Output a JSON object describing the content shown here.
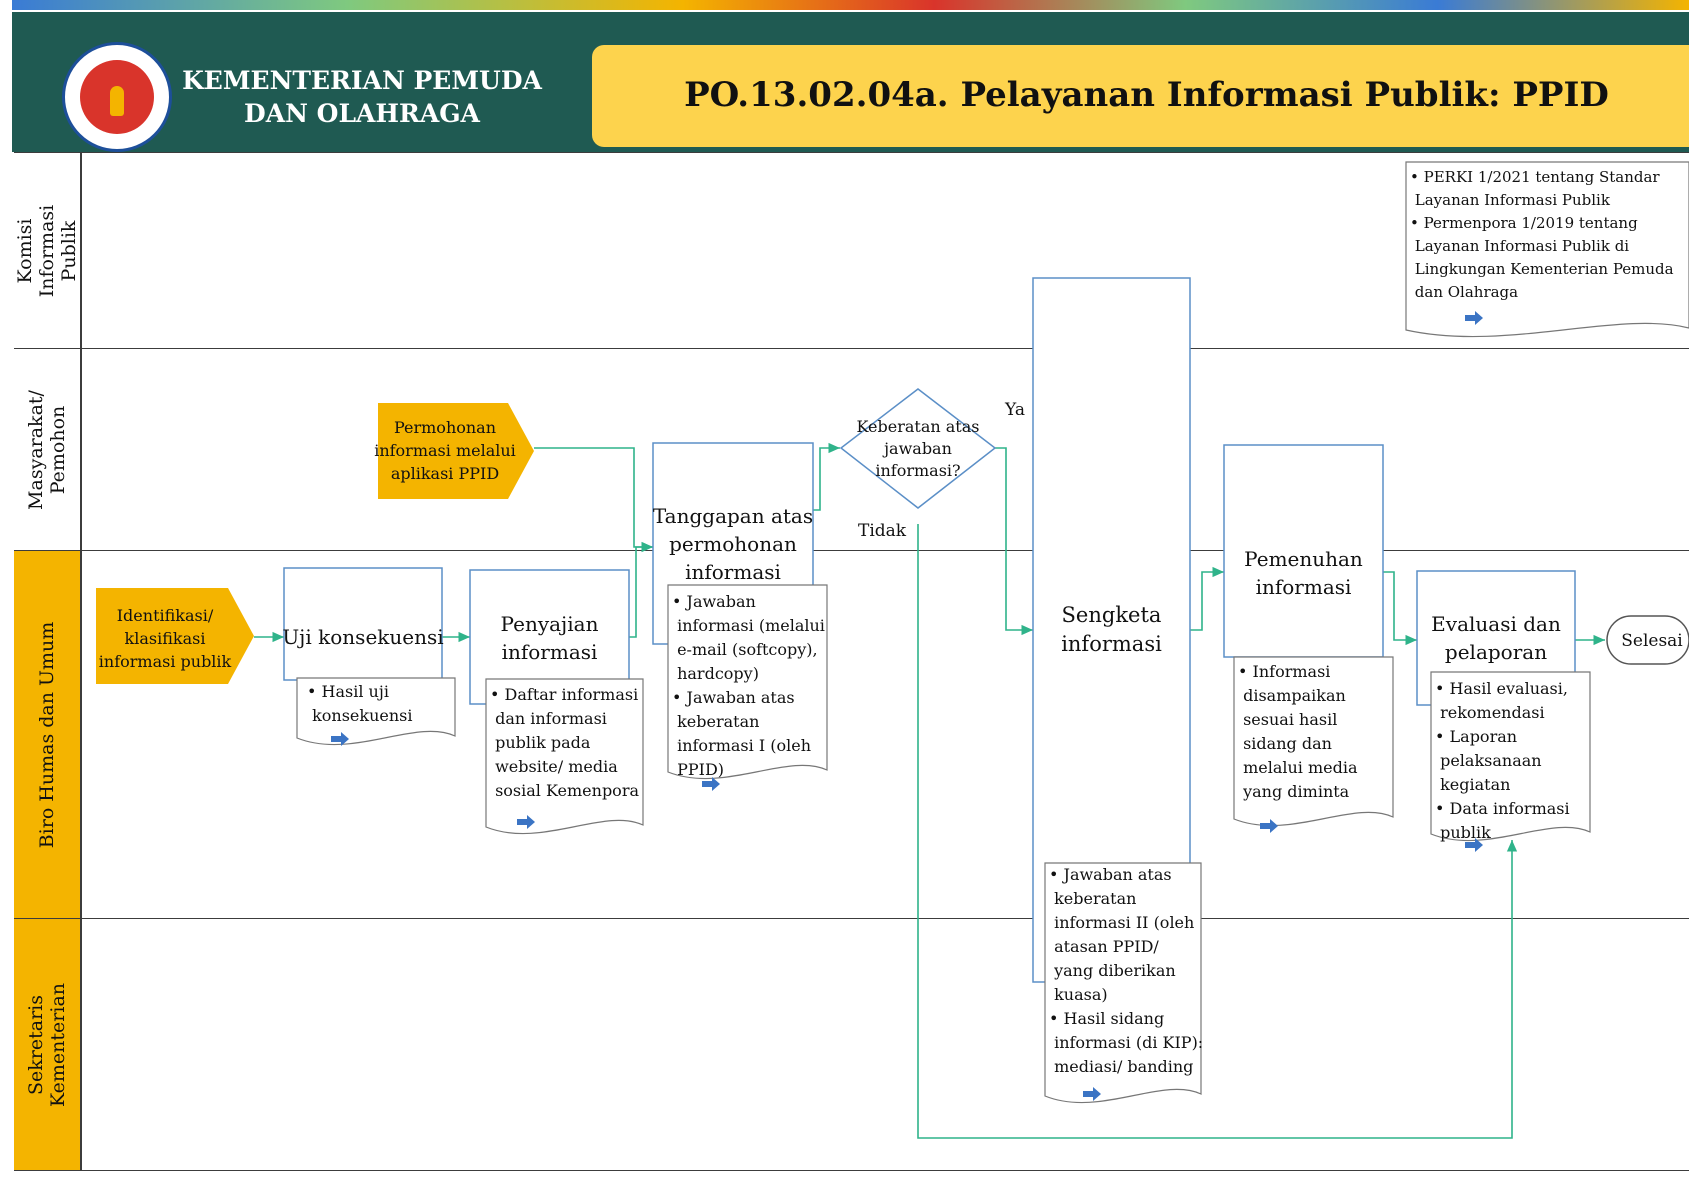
{
  "header": {
    "ministry_line1": "KEMENTERIAN PEMUDA",
    "ministry_line2": "DAN OLAHRAGA",
    "title": "PO.13.02.04a.  Pelayanan  Informasi  Publik:  PPID"
  },
  "lanes": [
    {
      "label_line1": "Komisi",
      "label_line2": "Informasi",
      "label_line3": "Publik"
    },
    {
      "label_line1": "Masyarakat/",
      "label_line2": "Pemohon"
    },
    {
      "label_line1": "Biro Humas dan Umum"
    },
    {
      "label_line1": "Sekretaris",
      "label_line2": "Kementerian"
    }
  ],
  "nodes": {
    "start1": [
      "Identifikasi/",
      "klasifikasi",
      "informasi publik"
    ],
    "start2": [
      "Permohonan",
      "informasi melalui",
      "aplikasi PPID"
    ],
    "uji": [
      "Uji konsekuensi"
    ],
    "penyajian": [
      "Penyajian",
      "informasi"
    ],
    "tanggapan": [
      "Tanggapan atas",
      "permohonan",
      "informasi"
    ],
    "decision": [
      "Keberatan atas",
      "jawaban",
      "informasi?"
    ],
    "sengketa": [
      "Sengketa",
      "informasi"
    ],
    "pemenuhan": [
      "Pemenuhan",
      "informasi"
    ],
    "evaluasi": [
      "Evaluasi dan",
      "pelaporan"
    ],
    "end": [
      "Selesai"
    ]
  },
  "edge_labels": {
    "yes": "Ya",
    "no": "Tidak"
  },
  "docs": {
    "doc_uji": [
      "• Hasil uji",
      "  konsekuensi"
    ],
    "doc_penyajian": [
      "• Daftar informasi",
      "  dan informasi",
      "  publik pada",
      "  website/ media",
      "  sosial Kemenpora"
    ],
    "doc_tanggapan": [
      "• Jawaban",
      "  informasi (melalui",
      "  e-mail (softcopy),",
      "  hardcopy)",
      "• Jawaban atas",
      "  keberatan",
      "  informasi I (oleh",
      "  PPID)"
    ],
    "doc_sengketa": [
      "• Jawaban atas",
      "  keberatan",
      "  informasi II (oleh",
      "  atasan PPID/",
      "  yang diberikan",
      "  kuasa)",
      "• Hasil sidang",
      "  informasi (di KIP):",
      "  mediasi/ banding"
    ],
    "doc_pemenuhan": [
      "• Informasi",
      "  disampaikan",
      "  sesuai hasil",
      "  sidang dan",
      "  melalui media",
      "  yang diminta"
    ],
    "doc_evaluasi": [
      "• Hasil evaluasi,",
      "  rekomendasi",
      "• Laporan",
      "  pelaksanaan",
      "  kegiatan",
      "• Data informasi",
      "  publik"
    ],
    "doc_regulasi": [
      "• PERKI 1/2021 tentang Standar",
      "  Layanan Informasi Publik",
      "• Permenpora 1/2019 tentang",
      "  Layanan Informasi Publik di",
      "  Lingkungan Kementerian Pemuda",
      "  dan Olahraga"
    ]
  },
  "colors": {
    "header_bg": "#1f5a52",
    "title_bg": "#fdd34d",
    "accent_yellow": "#f4b400",
    "box_stroke": "#5b8fc7",
    "connector": "#2fb38a",
    "doc_arrow": "#3b74c4"
  }
}
